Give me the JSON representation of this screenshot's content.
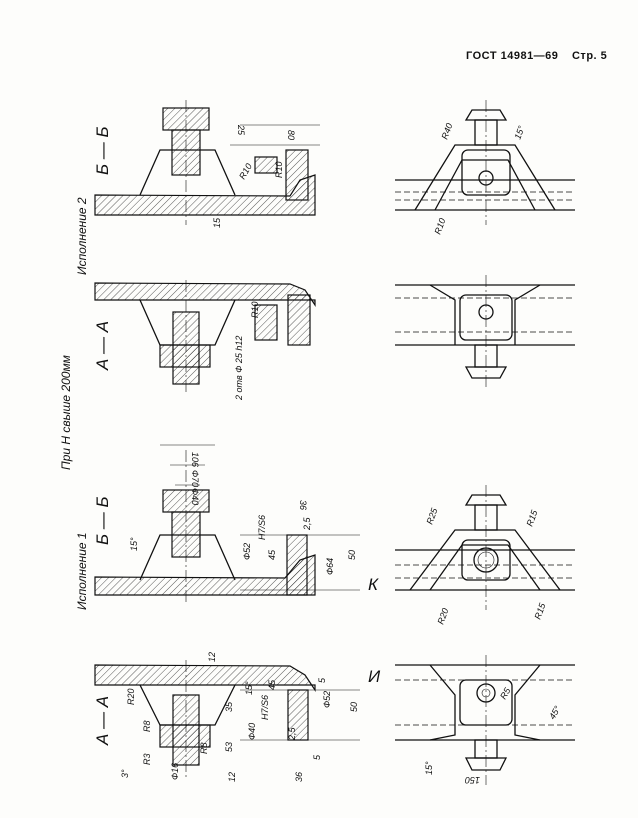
{
  "header": {
    "standard": "ГОСТ 14981—69",
    "page": "Стр. 5"
  },
  "captions": {
    "above_200": "При Н свыше 200мм",
    "variant_1": "Исполнение 1",
    "variant_2": "Исполнение 2"
  },
  "sections": {
    "aa": "А — А",
    "bb": "Б — Б",
    "aa_2": "А — А",
    "bb_2": "Б — Б"
  },
  "arrows": {
    "i": "И",
    "k": "К"
  },
  "dims_v1_aa": [
    "R20",
    "R8",
    "R3",
    "3°",
    "Ф16",
    "12",
    "12",
    "35",
    "53",
    "R8",
    "15°",
    "Ф40",
    "H7/S6",
    "2,5",
    "36",
    "Ф52",
    "50",
    "5",
    "5",
    "45"
  ],
  "dims_v1_bb": [
    "15°",
    "106",
    "Ф70",
    "Ф40",
    "36",
    "Ф52",
    "H7/S6",
    "2,5",
    "45",
    "Ф64",
    "50"
  ],
  "dims_v2_aa": [
    "2 отв Ф 25 h12",
    "R10"
  ],
  "dims_v2_bb": [
    "25",
    "80",
    "R10",
    "R10",
    "15"
  ],
  "dims_plan_1": [
    "150",
    "15°",
    "45°",
    "R5"
  ],
  "dims_plan_2": [
    "R25",
    "R15",
    "R20",
    "R15"
  ],
  "dims_plan_4": [
    "R40",
    "15°",
    "R10"
  ]
}
